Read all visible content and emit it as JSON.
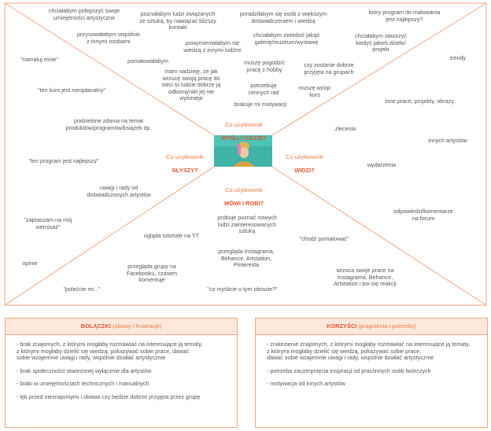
{
  "quadrants": {
    "top": {
      "label": "Co użytkownik",
      "title": "MYŚLI I CZUJE?"
    },
    "left": {
      "label": "Co użytkownik",
      "title": "SŁYSZY?"
    },
    "right": {
      "label": "Co użytkownik",
      "title": "WIDZI?"
    },
    "bottom": {
      "label": "Co użytkownik",
      "title": "MÓWI I ROBI?"
    }
  },
  "notes": {
    "n1": "chciałabym polepszyć swoje\numiejętności artystyczne",
    "n2": "poznałabym ludzi związanych\nze sztuką, by nawiązać bliższy\nkontakt",
    "n3": "poradziłabym się osób z większym\ndoświadczeniem i wiedzą",
    "n4": "który program do malowania\njest najlepszy?",
    "n5": "porysowałabym wspólnie\nz innymi osobami",
    "n6": "chciałabym zwiedzić jakąś\ngalerię/muzeum/wystawę",
    "n7": "chciałabym stworzyć\nkiedyś jakieś dzieło/\nprojekt",
    "n8": "powymieniałabym się\nwiedzą z innymi ludźmi",
    "n9": "pomalowałabym",
    "n10": "muszę pogodzić\npracę z hobby",
    "n11": "czy zostanie dobrze\nprzyjęta na grupach",
    "n12": "mam nadzieję, że jak\nwrzucę swoją pracę do\nsieci to ludzie dobrze ją\nodbiorą/nikt jej nie\nwyśmieje",
    "n13": "potrzebuję\ncennych rad",
    "n14": "muszę wziąć\nkurs",
    "n15": "brakuje mi motywacji",
    "l1": "\"namaluj mnie\"",
    "l2": "\"ten kurs jest nieopłacalny\"",
    "l3": "podzielone zdania na temat\nproduktów/programów/książek itp.",
    "l4": "\"ten program jest najlepszy\"",
    "l5": "uwagi i rady od\ndoświadczonych artystów",
    "r1": "trendy",
    "r2": "inne prace, projekty, obrazy",
    "r3": "zlecenia",
    "r4": "innych artystów",
    "r5": "wydarzenia",
    "b1": "odpowiedzi/komentarze\nna forum",
    "b2": "\"zapraszam na mój\nwernisaż\"",
    "b3": "próbuje poznać nowych\nludzi zainteresowanych\nsztuką",
    "b4": "ogląda tutoriale na YT",
    "b5": "\"chodź pomalować\"",
    "b6": "opinie",
    "b7": "przegląda Instagrama,\nBehance, Artstation,\nPinteresta",
    "b8": "przegląda grupy na\nFacebooku, czasem\nkomentuje",
    "b9": "wrzuca swoje prace na\nInstagrama, Behance,\nArtstation i boi się reakcji",
    "b10": "\"polećcie mi...\"",
    "b11": "\"co myślicie o tym obrazie?\""
  },
  "pains": {
    "title": "BOLĄCZKI",
    "subtitle": "(obawy i frustracje)",
    "items": [
      "- brak znajomych, z którymi mogłaby rozmawiać na interesujące ją tematy,\n  z którymi mogłaby dzielić się wiedzą, pokazywać sobie prace, dawać\n  sobie wzajemnie uwagi i rady, wspólnie działać artystycznie",
      "- brak społeczności stworzonej wyłącznie dla artystów",
      "- braki w umiejętnościach technicznych i manualnych",
      "- lęk przed nieznajomymi i obawa czy będzie dobrze przyjęta przez grupę"
    ]
  },
  "gains": {
    "title": "KORZYŚCI",
    "subtitle": "(pragnienia i potrzeby)",
    "items": [
      "- znalezienie znajomych, z którymi mogłaby rozmawiać na interesujące ją tematy,\n  z którymi mogłaby dzielić się wiedzą, pokazywać sobie prace,\n  dawać sobie wzajemnie uwagi i rady, wspólnie działać artystycznie",
      "- potrzeba zaczerpnięcia inspiracji od prac/innych osób twórczych",
      "- motywacja od innych artystów"
    ]
  },
  "colors": {
    "accent": "#e2552b",
    "accent_light": "#f07b3f",
    "line": "#f5a57f",
    "header_bg": "#fde8dc",
    "text": "#555555"
  }
}
